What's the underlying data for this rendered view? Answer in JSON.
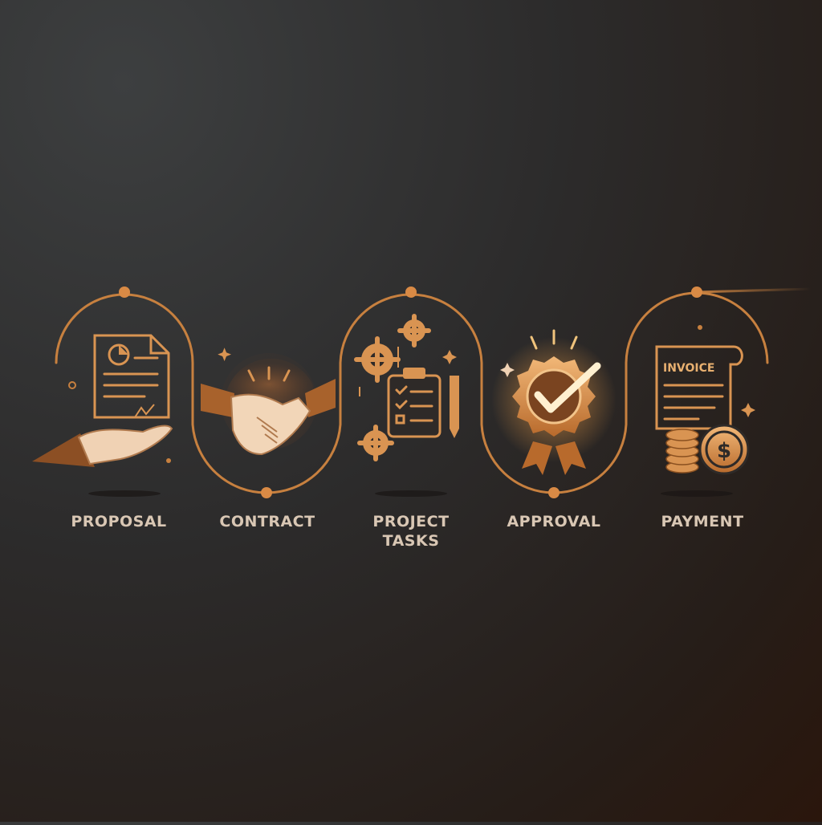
{
  "colors": {
    "accent": "#c7803f",
    "accent_light": "#f0a45c",
    "gold": "#e8b070",
    "label": "#d9c7b4",
    "glow": "#ffcf7a"
  },
  "steps": [
    {
      "label": "PROPOSAL",
      "icon": "proposal-hand-document-icon"
    },
    {
      "label": "CONTRACT",
      "icon": "handshake-icon"
    },
    {
      "label": "PROJECT\nTASKS",
      "icon": "clipboard-gears-icon"
    },
    {
      "label": "APPROVAL",
      "icon": "approval-badge-icon"
    },
    {
      "label": "PAYMENT",
      "icon": "invoice-coins-icon"
    }
  ],
  "invoice_text": "INVOICE",
  "dollar_sign": "$"
}
